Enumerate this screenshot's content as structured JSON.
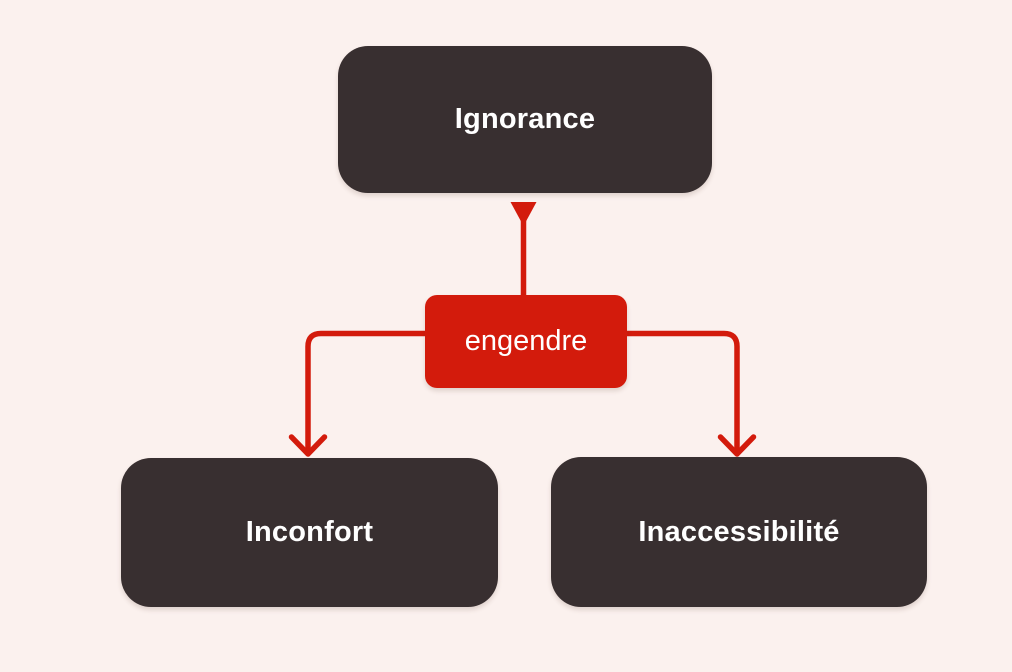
{
  "diagram": {
    "colors": {
      "background": "#fbf1ee",
      "node_fill": "#382f30",
      "accent": "#d31b0c",
      "label": "#ffffff"
    },
    "nodes": {
      "cause": {
        "label": "Ignorance"
      },
      "relation": {
        "label": "engendre"
      },
      "effect_left": {
        "label": "Inconfort"
      },
      "effect_right": {
        "label": "Inaccessibilité"
      }
    }
  }
}
